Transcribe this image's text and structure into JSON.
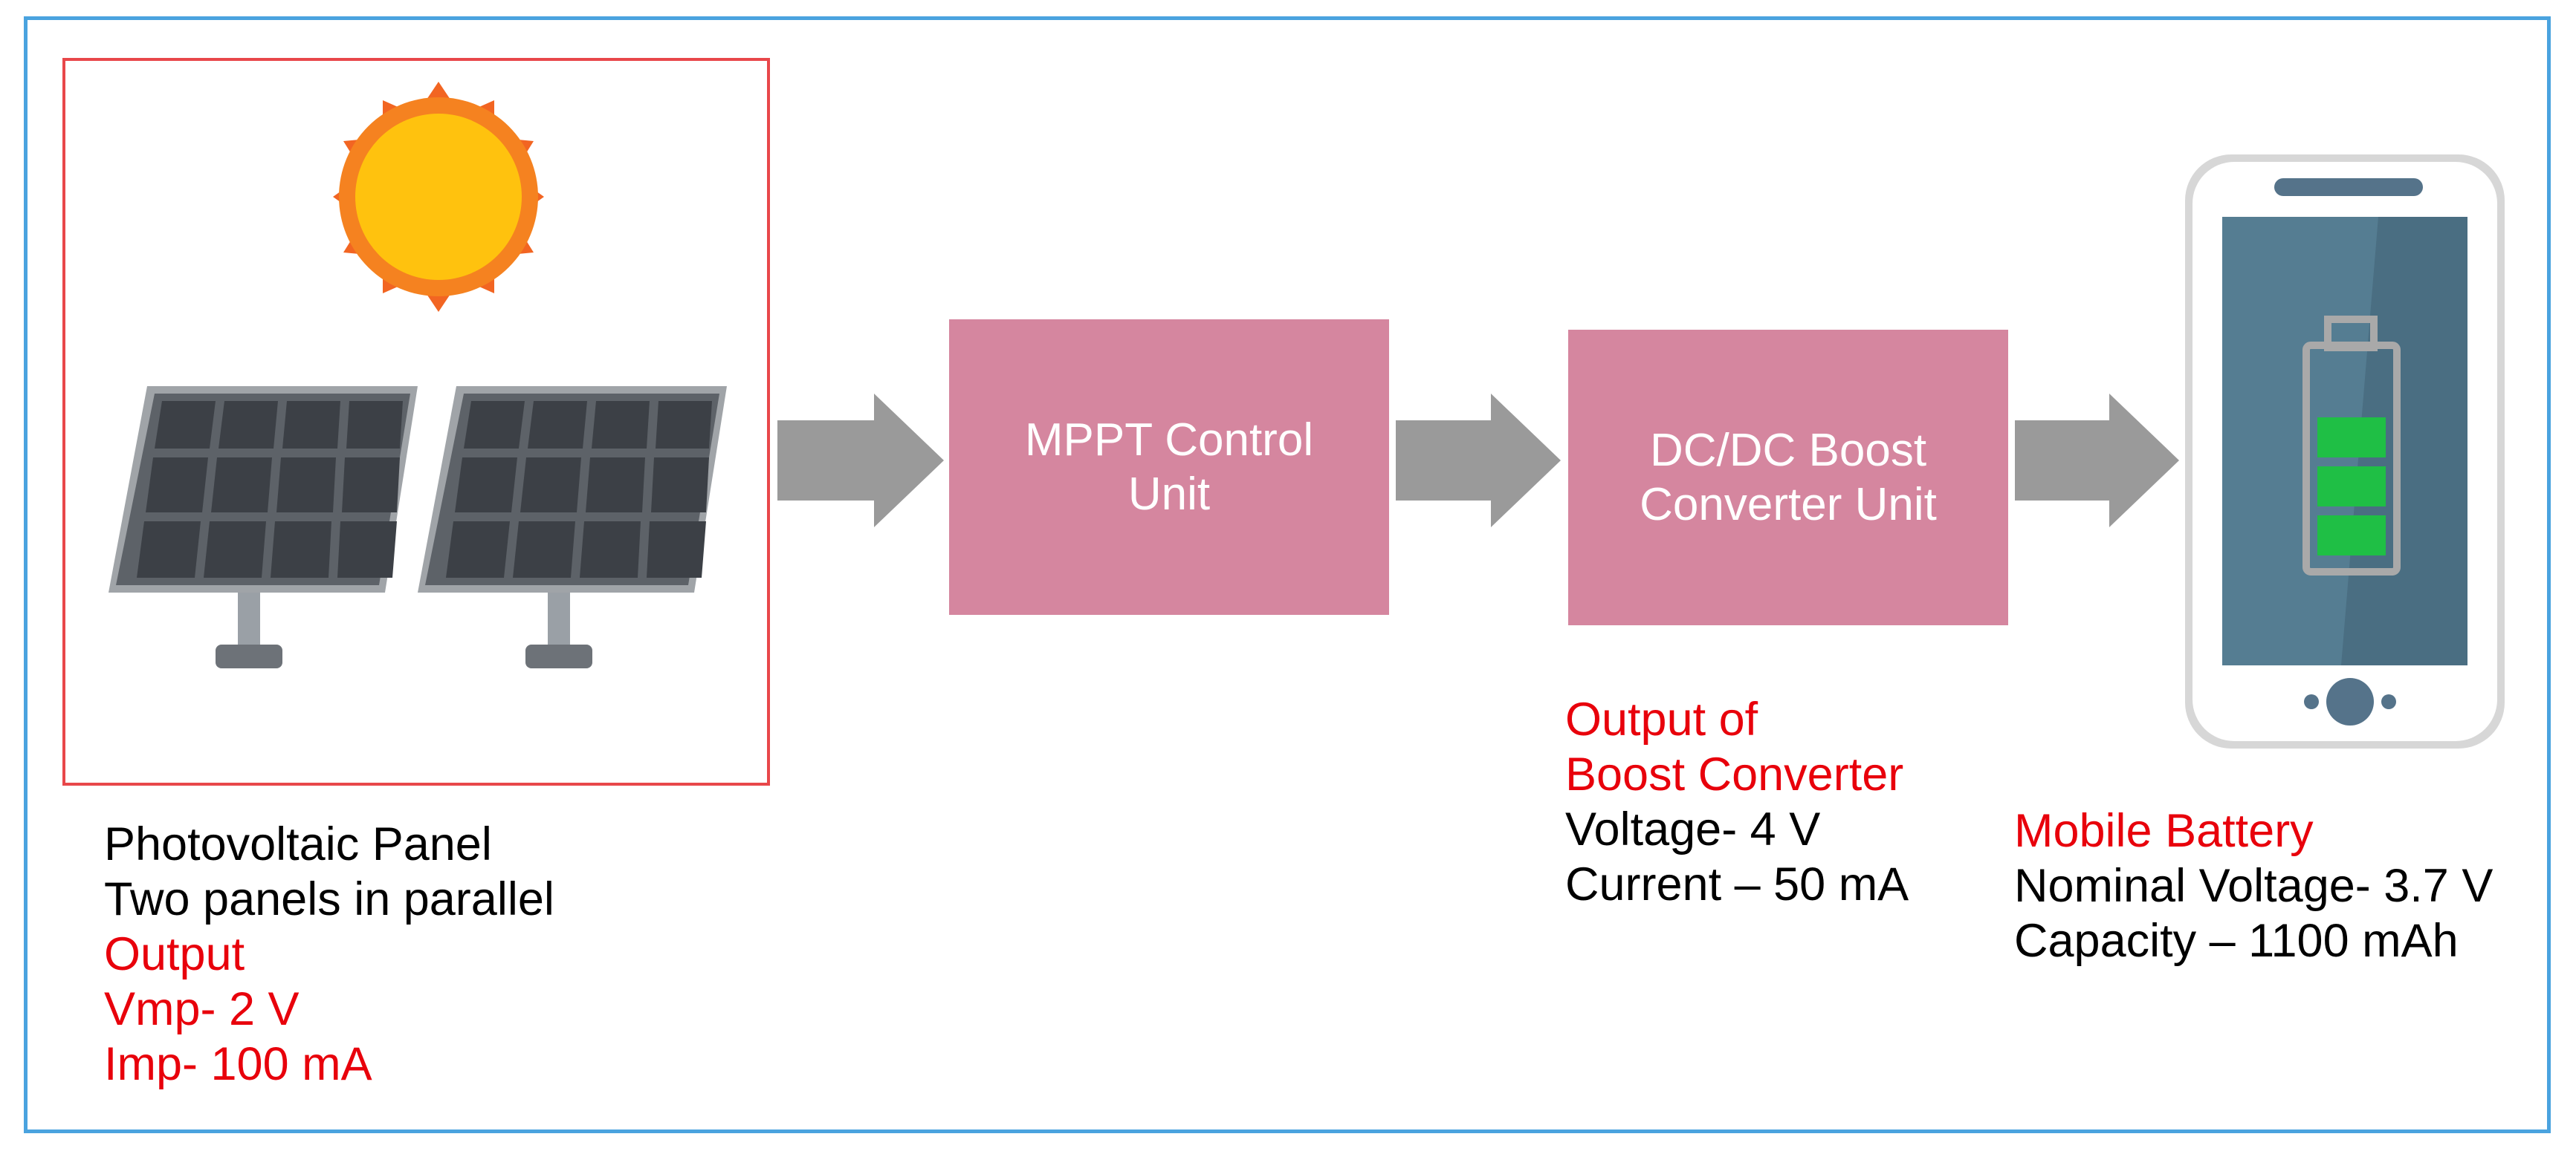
{
  "colors": {
    "frame": "#4aa3df",
    "pv_box_border": "#e8474a",
    "block_fill": "#d5869f",
    "arrow": "#9a9a9a",
    "label_black": "#000000",
    "label_red": "#e8000b",
    "battery_cells": "#1fbf45"
  },
  "icons": [
    "sun-icon",
    "solar-panel-icon",
    "arrow-right-icon",
    "smartphone-icon",
    "battery-icon"
  ],
  "blocks": {
    "mppt": {
      "line1": "MPPT Control",
      "line2": "Unit"
    },
    "boost": {
      "line1": "DC/DC Boost",
      "line2": "Converter Unit"
    }
  },
  "pv_label": {
    "title": "Photovoltaic Panel",
    "subtitle": "Two panels in parallel",
    "output_heading": "Output",
    "vmp": "Vmp- 2 V",
    "imp": "Imp- 100 mA"
  },
  "boost_label": {
    "heading_line1": "Output of",
    "heading_line2": "Boost Converter",
    "voltage": "Voltage- 4 V",
    "current": "Current – 50 mA"
  },
  "battery_label": {
    "heading": "Mobile Battery",
    "voltage": "Nominal Voltage- 3.7 V",
    "capacity": "Capacity – 1100 mAh"
  }
}
